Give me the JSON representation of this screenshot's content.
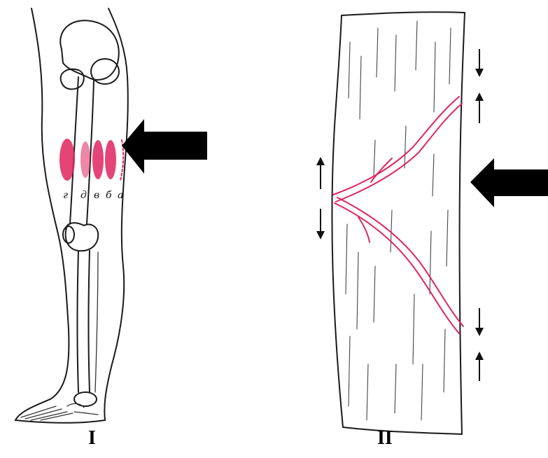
{
  "panels": [
    {
      "label": "I",
      "letters": [
        "г",
        "д",
        "в",
        "б",
        "а"
      ]
    },
    {
      "label": "II"
    }
  ],
  "colors": {
    "ink": "#1a1a1a",
    "accent": "#e0245e",
    "arrow": "#000000"
  },
  "icons": [
    "pointer-arrow-icon",
    "small-arrow-icon"
  ]
}
